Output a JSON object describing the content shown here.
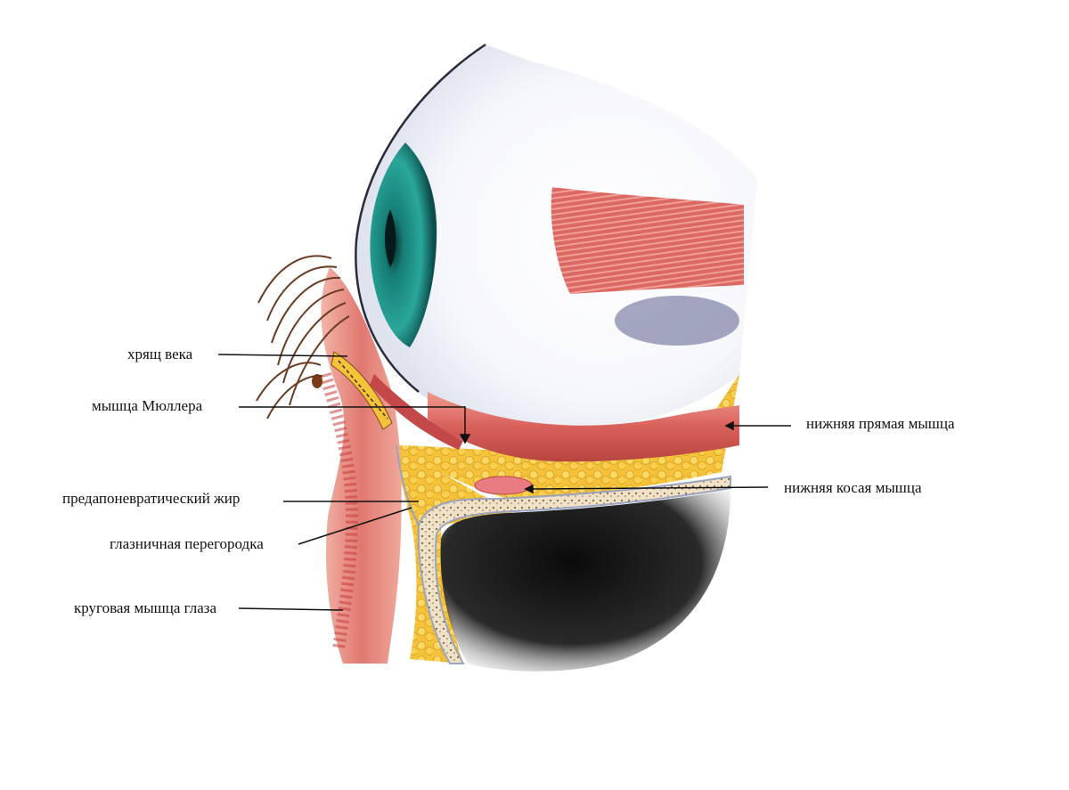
{
  "labels": {
    "tarsus": "хрящ века",
    "muller": "мышца Мюллера",
    "preaponeurotic_fat": "предапоневратический жир",
    "orbital_septum": "глазничная перегородка",
    "orbicularis_oculi": "круговая мышца глаза",
    "inferior_rectus": "нижняя прямая мышца",
    "inferior_oblique": "нижняя косая мышца"
  },
  "colors": {
    "muscle": "#d9605a",
    "muscle_light": "#ee9a8f",
    "fat": "#f4c33a",
    "iris": "#1d8f86",
    "bone": "#f2e6cf",
    "sinus": "#1b1b1b",
    "leader": "#111111"
  }
}
